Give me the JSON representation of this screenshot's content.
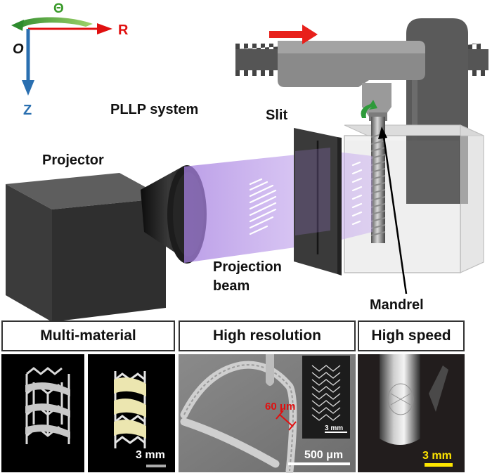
{
  "axes": {
    "theta": "Θ",
    "r": "R",
    "origin": "O",
    "z": "Z"
  },
  "labels": {
    "system": "PLLP system",
    "slit": "Slit",
    "projector": "Projector",
    "beam_line1": "Projection",
    "beam_line2": "beam",
    "mandrel": "Mandrel"
  },
  "panels": {
    "multi_material": "Multi-material",
    "high_resolution": "High resolution",
    "high_speed": "High speed"
  },
  "scalebars": {
    "multi_material": "3 mm",
    "strut_width": "60 μm",
    "inset": "3 mm",
    "sem": "500 μm",
    "high_speed": "3 mm"
  },
  "colors": {
    "theta": "#3a9a2a",
    "r": "#e01010",
    "z": "#1f6bb0",
    "beam": "#9b6fd6",
    "arrow_motion": "#e8201b",
    "rotation": "#2e9a3a",
    "scalebar_yellow": "#ffe600",
    "strut_red": "#e01010"
  }
}
